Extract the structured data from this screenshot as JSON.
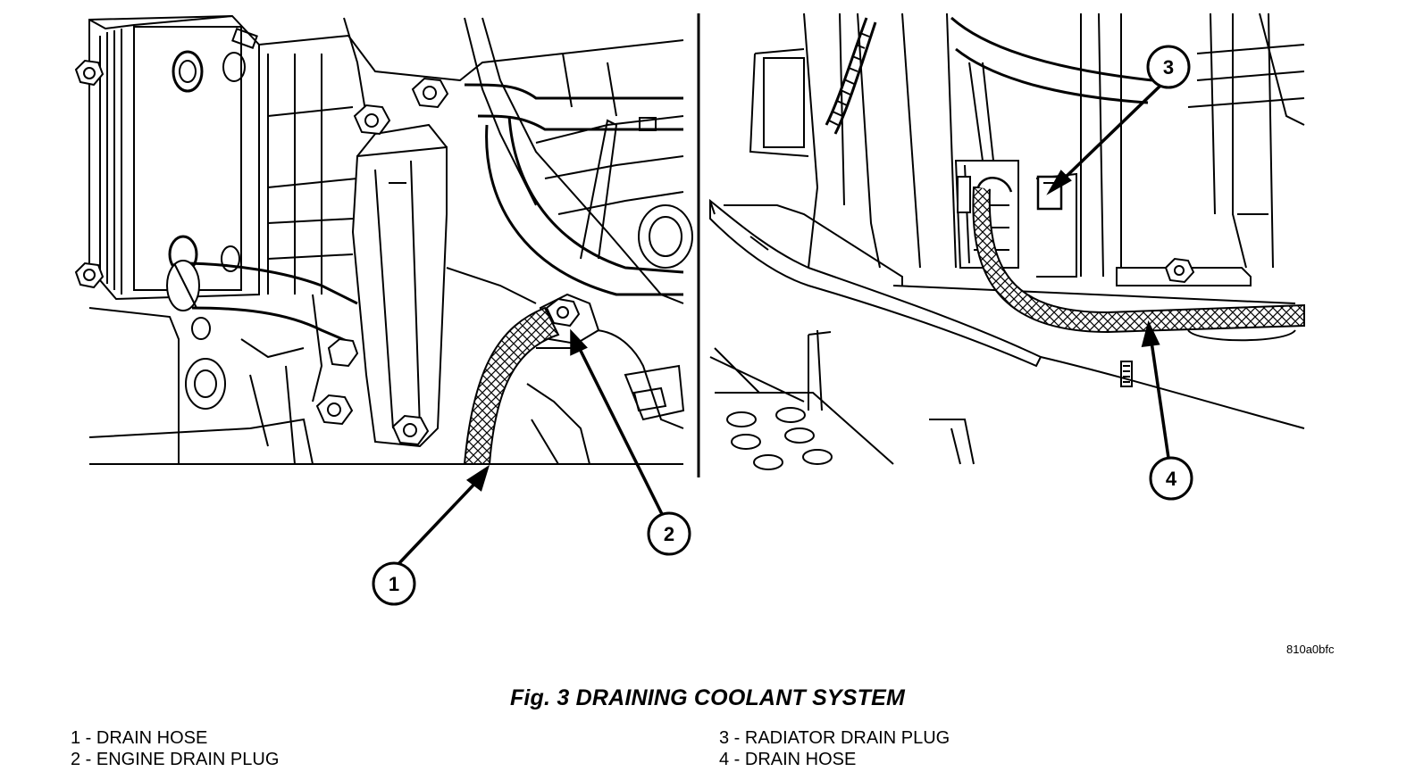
{
  "callouts": [
    {
      "num": "1"
    },
    {
      "num": "2"
    },
    {
      "num": "3"
    },
    {
      "num": "4"
    }
  ],
  "figure_id": "810a0bfc",
  "caption": "Fig. 3 DRAINING COOLANT SYSTEM",
  "legend": [
    {
      "text": "1 - DRAIN HOSE"
    },
    {
      "text": "2 - ENGINE DRAIN PLUG"
    },
    {
      "text": "3 - RADIATOR DRAIN PLUG"
    },
    {
      "text": "4 - DRAIN HOSE"
    }
  ]
}
